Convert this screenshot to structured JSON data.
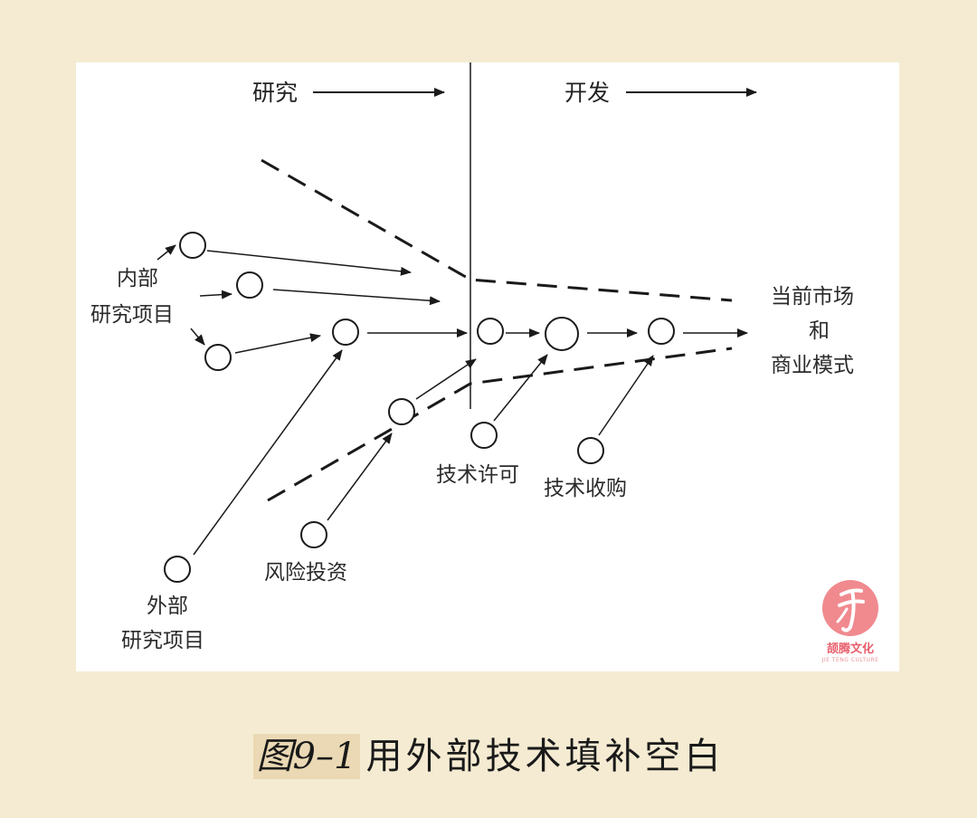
{
  "header": {
    "research": "研究",
    "development": "开发"
  },
  "labels": {
    "internal_line1": "内部",
    "internal_line2": "研究项目",
    "external_line1": "外部",
    "external_line2": "研究项目",
    "venture": "风险投资",
    "licensing": "技术许可",
    "acquisition": "技术收购",
    "market_line1": "当前市场",
    "market_line2": "和",
    "market_line3": "商业模式"
  },
  "logo": {
    "name": "颉腾文化",
    "sub": "JIE TENG CULTURE",
    "color": "#f08a8f"
  },
  "caption": {
    "number": "图9–1",
    "title": "用外部技术填补空白"
  }
}
